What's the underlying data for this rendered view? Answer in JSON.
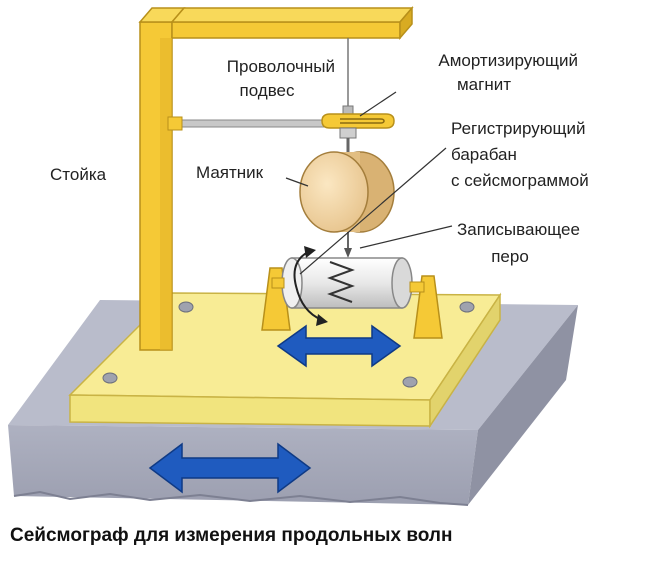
{
  "labels": {
    "stand": "Стойка",
    "wire_suspension": [
      "Проволочный",
      "подвес"
    ],
    "damping_magnet": [
      "Амортизирующий",
      "магнит"
    ],
    "recording_drum": [
      "Регистрирующий",
      "барабан",
      "с сейсмограммой"
    ],
    "pendulum": "Маятник",
    "recording_pen": [
      "Записывающее",
      "перо"
    ]
  },
  "caption": "Сейсмограф для измерения продольных волн",
  "colors": {
    "wood": "#f7e98d",
    "wood_front": "#f1e47e",
    "wood_edge": "#c9b345",
    "stand": "#f5c936",
    "stand_edge": "#b8901a",
    "ground_top": "#b4b7c6",
    "ground_front": "#a2a5b5",
    "arrow": "#1f5bbf",
    "drum": "#ececec"
  },
  "icons": {
    "motion_arrow": "double-arrow-horizontal",
    "rotation_arrow": "circular-arrow"
  }
}
